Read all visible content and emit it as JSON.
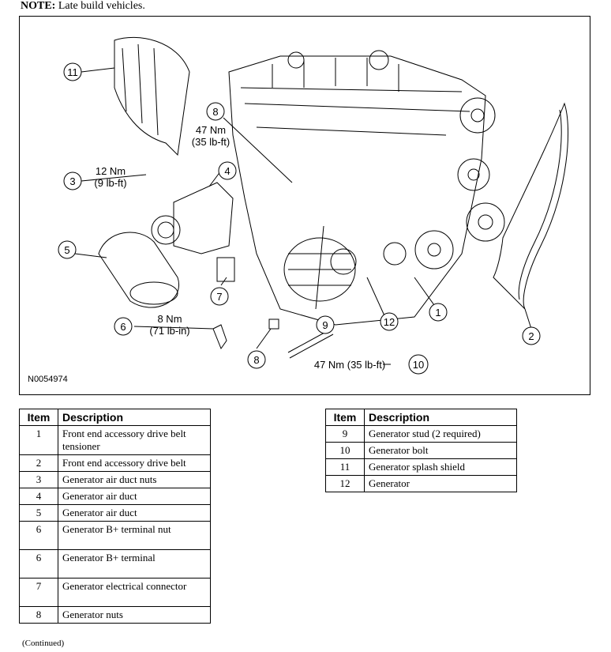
{
  "note": {
    "label": "NOTE:",
    "text": "Late build vehicles."
  },
  "figure": {
    "id": "N0054974",
    "callouts": [
      {
        "num": "11"
      },
      {
        "num": "8",
        "torque_line1": "47 Nm",
        "torque_line2": "(35 lb-ft)"
      },
      {
        "num": "3",
        "torque_line1": "12 Nm",
        "torque_line2": "(9 lb-ft)"
      },
      {
        "num": "4"
      },
      {
        "num": "5"
      },
      {
        "num": "7"
      },
      {
        "num": "6",
        "torque_line1": "8 Nm",
        "torque_line2": "(71 lb-in)"
      },
      {
        "num": "9"
      },
      {
        "num": "12"
      },
      {
        "num": "1"
      },
      {
        "num": "2"
      },
      {
        "num": "8"
      },
      {
        "num": "10",
        "torque": "47 Nm (35 lb-ft)"
      }
    ]
  },
  "table_headers": {
    "item": "Item",
    "description": "Description"
  },
  "table_left": [
    {
      "item": "1",
      "description": "Front end accessory drive belt tensioner"
    },
    {
      "item": "2",
      "description": "Front end accessory drive belt"
    },
    {
      "item": "3",
      "description": "Generator air duct nuts"
    },
    {
      "item": "4",
      "description": "Generator air duct"
    },
    {
      "item": "5",
      "description": "Generator air duct"
    },
    {
      "item": "6",
      "description": "Generator B+ terminal nut"
    },
    {
      "item": "6",
      "description": "Generator B+ terminal"
    },
    {
      "item": "7",
      "description": "Generator electrical connector"
    },
    {
      "item": "8",
      "description": "Generator nuts"
    }
  ],
  "table_right": [
    {
      "item": "9",
      "description": "Generator stud (2 required)"
    },
    {
      "item": "10",
      "description": "Generator bolt"
    },
    {
      "item": "11",
      "description": "Generator splash shield"
    },
    {
      "item": "12",
      "description": "Generator"
    }
  ],
  "continued": "(Continued)"
}
